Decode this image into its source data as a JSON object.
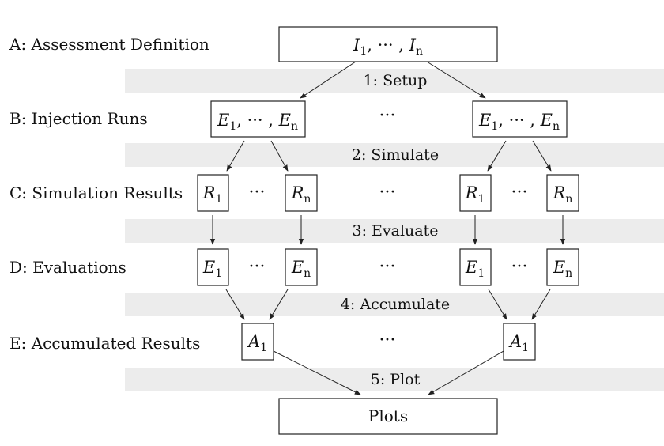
{
  "rows": [
    {
      "id": "A",
      "label": "A: Assessment Definition"
    },
    {
      "id": "B",
      "label": "B: Injection Runs"
    },
    {
      "id": "C",
      "label": "C: Simulation Results"
    },
    {
      "id": "D",
      "label": "D: Evaluations"
    },
    {
      "id": "E",
      "label": "E: Accumulated Results"
    }
  ],
  "phases": [
    {
      "label": "1: Setup"
    },
    {
      "label": "2: Simulate"
    },
    {
      "label": "3: Evaluate"
    },
    {
      "label": "4: Accumulate"
    },
    {
      "label": "5: Plot"
    }
  ],
  "nodes": {
    "assessment": {
      "var": "I",
      "sub1": "1",
      "sep": ", ··· , ",
      "subn": "n"
    },
    "injection": {
      "var": "E",
      "sub1": "1",
      "sep": ", ··· , ",
      "subn": "n"
    },
    "sim_result": {
      "var": "R",
      "sub1": "1",
      "subn": "n"
    },
    "evaluation": {
      "var": "E",
      "sub1": "1",
      "subn": "n"
    },
    "accumulated": {
      "var": "A",
      "sub1": "1"
    },
    "plots": {
      "label": "Plots"
    }
  },
  "ellipsis": "···"
}
